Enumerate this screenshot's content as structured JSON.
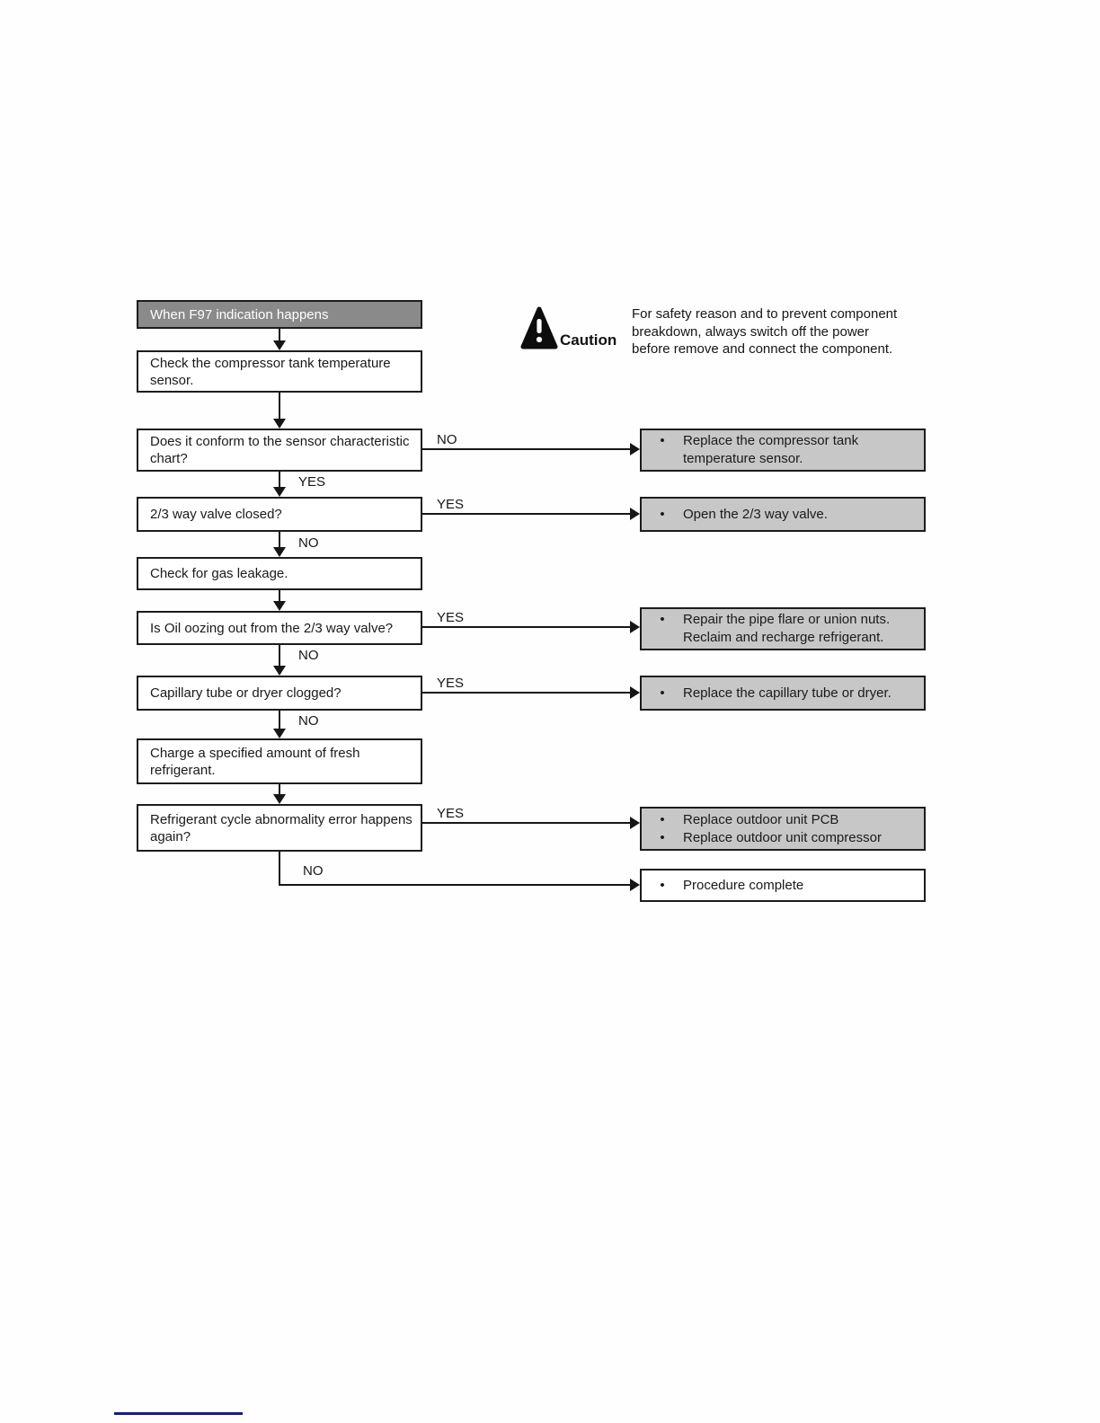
{
  "labels": {
    "yes": "YES",
    "no": "NO"
  },
  "caution": {
    "label": "Caution",
    "icon": "warning-triangle-icon",
    "text": "For safety reason and to prevent component breakdown, always switch off the power before remove and connect the component."
  },
  "flowchart": {
    "title": "When F97 indication happens",
    "steps": [
      "Check the compressor tank temperature sensor.",
      "Does it conform to the sensor characteristic chart?",
      "2/3 way valve closed?",
      "Check for gas leakage.",
      "Is Oil oozing out from the 2/3 way valve?",
      "Capillary tube or dryer clogged?",
      "Charge a specified amount of fresh refrigerant.",
      "Refrigerant cycle abnormality error happens again?"
    ],
    "actions": [
      {
        "items": [
          "Replace the compressor tank temperature sensor."
        ]
      },
      {
        "items": [
          "Open the 2/3 way valve."
        ]
      },
      {
        "items": [
          "Repair the pipe flare or union nuts. Reclaim and recharge refrigerant."
        ]
      },
      {
        "items": [
          "Replace the capillary tube or dryer."
        ]
      },
      {
        "items": [
          "Replace outdoor unit PCB",
          "Replace outdoor unit compressor"
        ]
      },
      {
        "items": [
          "Procedure complete"
        ]
      }
    ],
    "colors": {
      "title_fill": "#8a8a8a",
      "title_text": "#ffffff",
      "action_fill": "#c7c7c7",
      "box_border": "#1c1c1c",
      "bottom_rule": "#1b1b83"
    }
  }
}
